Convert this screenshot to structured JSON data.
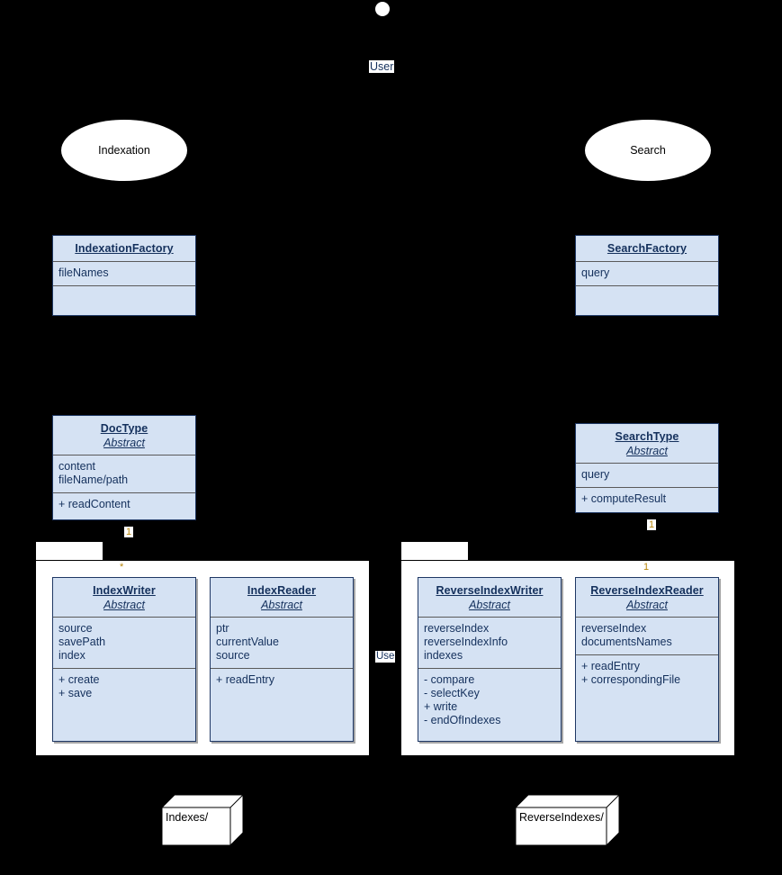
{
  "diagram": {
    "type": "uml-class-and-usecase-diagram",
    "background_color": "#000000",
    "class_fill_color": "#d5e2f3",
    "class_border_color": "#1f3864",
    "class_text_color": "#14305c",
    "multiplicity_color": "#b8860b",
    "node_fill_color": "#ffffff"
  },
  "actor": {
    "name": "actor-user",
    "label": "User"
  },
  "use_cases": [
    {
      "name": "indexation",
      "label": "Indexation"
    },
    {
      "name": "search",
      "label": "Search"
    }
  ],
  "classes": {
    "indexation_factory": {
      "title": "IndexationFactory",
      "stereotype": "",
      "attributes": [
        "fileNames"
      ],
      "operations": []
    },
    "search_factory": {
      "title": "SearchFactory",
      "stereotype": "",
      "attributes": [
        "query"
      ],
      "operations": []
    },
    "doc_type": {
      "title": "DocType",
      "stereotype": "Abstract",
      "attributes": [
        "content",
        "fileName/path"
      ],
      "operations": [
        "+ readContent"
      ]
    },
    "search_type": {
      "title": "SearchType",
      "stereotype": "Abstract",
      "attributes": [
        "query"
      ],
      "operations": [
        "+ computeResult"
      ]
    },
    "index_writer": {
      "title": "IndexWriter",
      "stereotype": "Abstract",
      "attributes": [
        "source",
        "savePath",
        "index"
      ],
      "operations": [
        "+ create",
        "+ save"
      ]
    },
    "index_reader": {
      "title": "IndexReader",
      "stereotype": "Abstract",
      "attributes": [
        "ptr",
        "currentValue",
        "source"
      ],
      "operations": [
        "+ readEntry"
      ]
    },
    "reverse_index_writer": {
      "title": "ReverseIndexWriter",
      "stereotype": "Abstract",
      "attributes": [
        "reverseIndex",
        "reverseIndexInfo",
        "indexes"
      ],
      "operations": [
        "- compare",
        "- selectKey",
        "+ write",
        "- endOfIndexes"
      ]
    },
    "reverse_index_reader": {
      "title": "ReverseIndexReader",
      "stereotype": "Abstract",
      "attributes": [
        "reverseIndex",
        "documentsNames"
      ],
      "operations": [
        "+ readEntry",
        "+ correspondingFile"
      ]
    }
  },
  "packages": [
    {
      "name": "package-index",
      "label": ""
    },
    {
      "name": "package-reverse-index",
      "label": ""
    }
  ],
  "nodes": [
    {
      "name": "node-indexes-dir",
      "label": "Indexes/"
    },
    {
      "name": "node-reverse-indexes-dir",
      "label": "ReverseIndexes/"
    }
  ],
  "multiplicities": {
    "doc_type_to_package": "1",
    "search_type_to_package": "1",
    "index_writer_star": "*",
    "reverse_index_reader_one": "1"
  },
  "edge_labels": {
    "use_dependency": "Use"
  }
}
